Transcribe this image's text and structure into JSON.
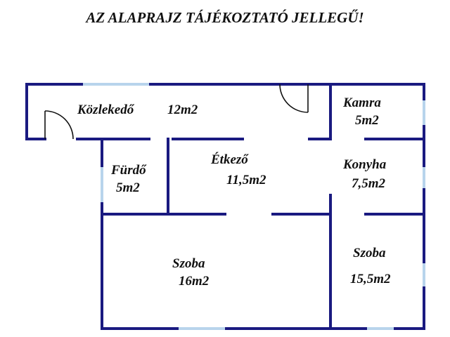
{
  "title": "AZ ALAPRAJZ TÁJÉKOZTATÓ JELLEGŰ!",
  "colors": {
    "wall": "#1a1a80",
    "window": "#b8d4ec",
    "door": "#111111",
    "text": "#111111"
  },
  "rooms": {
    "kozlekedo": {
      "name": "Közlekedő",
      "area": "12m2"
    },
    "kamra": {
      "name": "Kamra",
      "area": "5m2"
    },
    "furdo": {
      "name": "Fürdő",
      "area": "5m2"
    },
    "etkezo": {
      "name": "Étkező",
      "area": "11,5m2"
    },
    "konyha": {
      "name": "Konyha",
      "area": "7,5m2"
    },
    "szoba1": {
      "name": "Szoba",
      "area": "16m2"
    },
    "szoba2": {
      "name": "Szoba",
      "area": "15,5m2"
    }
  }
}
